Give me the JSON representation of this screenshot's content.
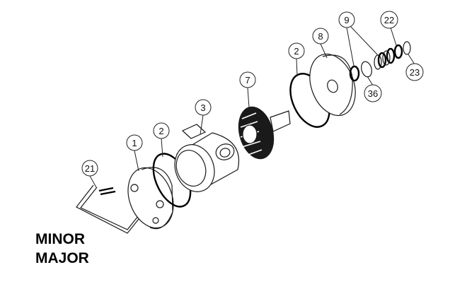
{
  "callouts": [
    {
      "id": "c21",
      "label": "21"
    },
    {
      "id": "c1",
      "label": "1"
    },
    {
      "id": "c2a",
      "label": "2"
    },
    {
      "id": "c3",
      "label": "3"
    },
    {
      "id": "c7",
      "label": "7"
    },
    {
      "id": "c2b",
      "label": "2"
    },
    {
      "id": "c8",
      "label": "8"
    },
    {
      "id": "c9",
      "label": "9"
    },
    {
      "id": "c22",
      "label": "22"
    },
    {
      "id": "c23",
      "label": "23"
    },
    {
      "id": "c36",
      "label": "36"
    }
  ],
  "captions": {
    "line1": "MINOR",
    "line2": "MAJOR"
  }
}
